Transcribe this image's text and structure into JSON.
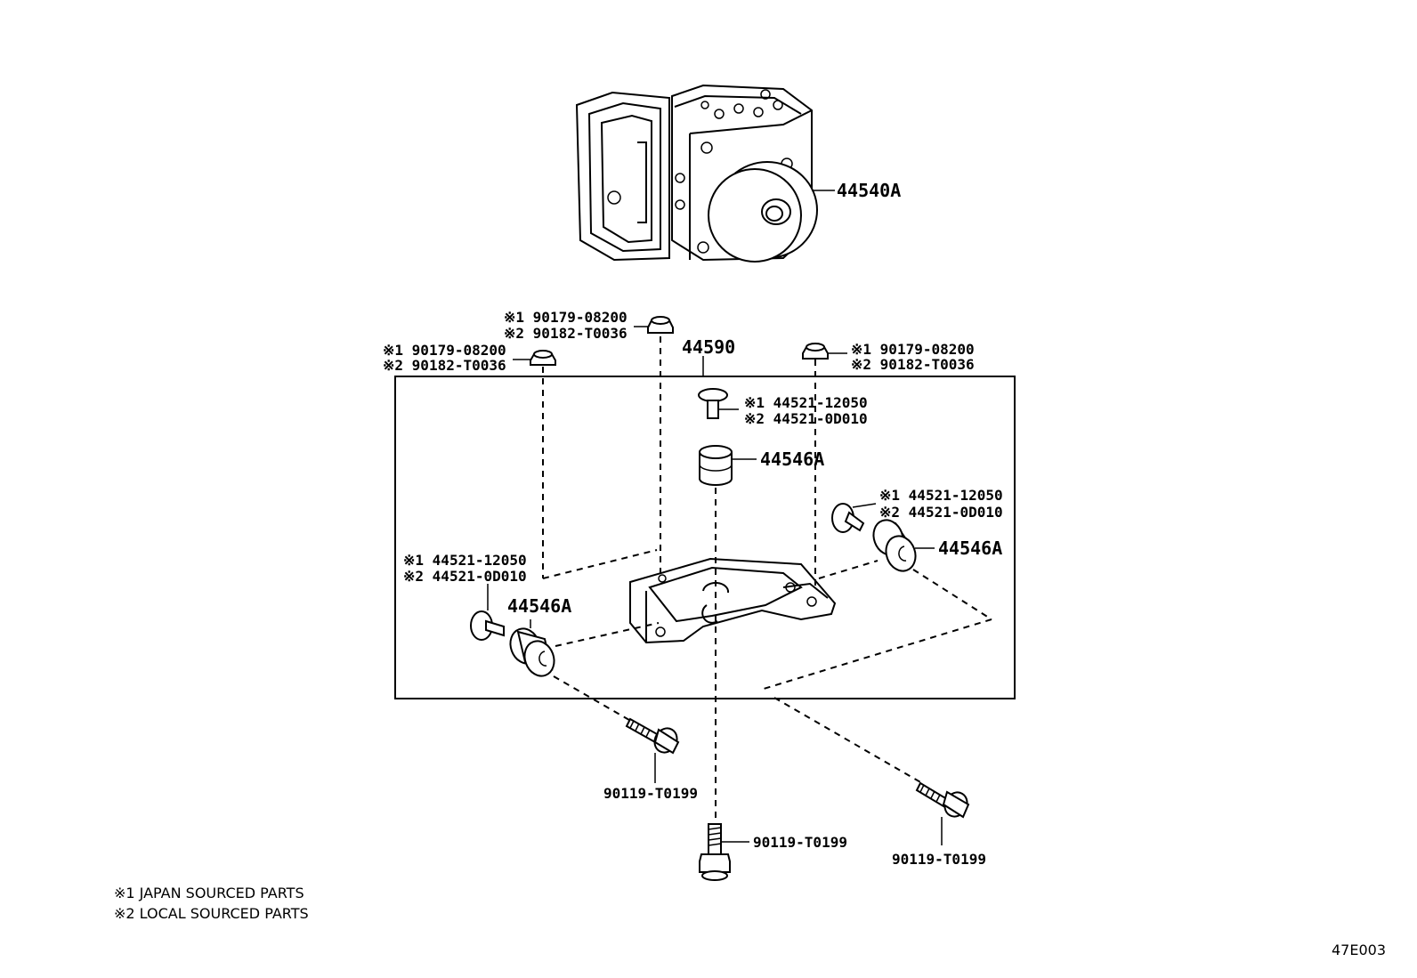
{
  "callouts": {
    "actuator": "44540A",
    "bracket": "44590",
    "cushion_top": "44546A",
    "cushion_right": "44546A",
    "cushion_left": "44546A",
    "nut_mid_1": "※1 90179-08200",
    "nut_mid_2": "※2 90182-T0036",
    "nut_left_1": "※1 90179-08200",
    "nut_left_2": "※2 90182-T0036",
    "nut_right_1": "※1 90179-08200",
    "nut_right_2": "※2 90182-T0036",
    "stud_top_1": "※1 44521-12050",
    "stud_top_2": "※2 44521-0D010",
    "stud_right_1": "※1 44521-12050",
    "stud_right_2": "※2 44521-0D010",
    "stud_left_1": "※1 44521-12050",
    "stud_left_2": "※2 44521-0D010",
    "bolt_left": "90119-T0199",
    "bolt_center": "90119-T0199",
    "bolt_right": "90119-T0199"
  },
  "notes": {
    "note1": "※1 JAPAN SOURCED PARTS",
    "note2": "※2 LOCAL SOURCED PARTS"
  },
  "figure_id": "47E003"
}
